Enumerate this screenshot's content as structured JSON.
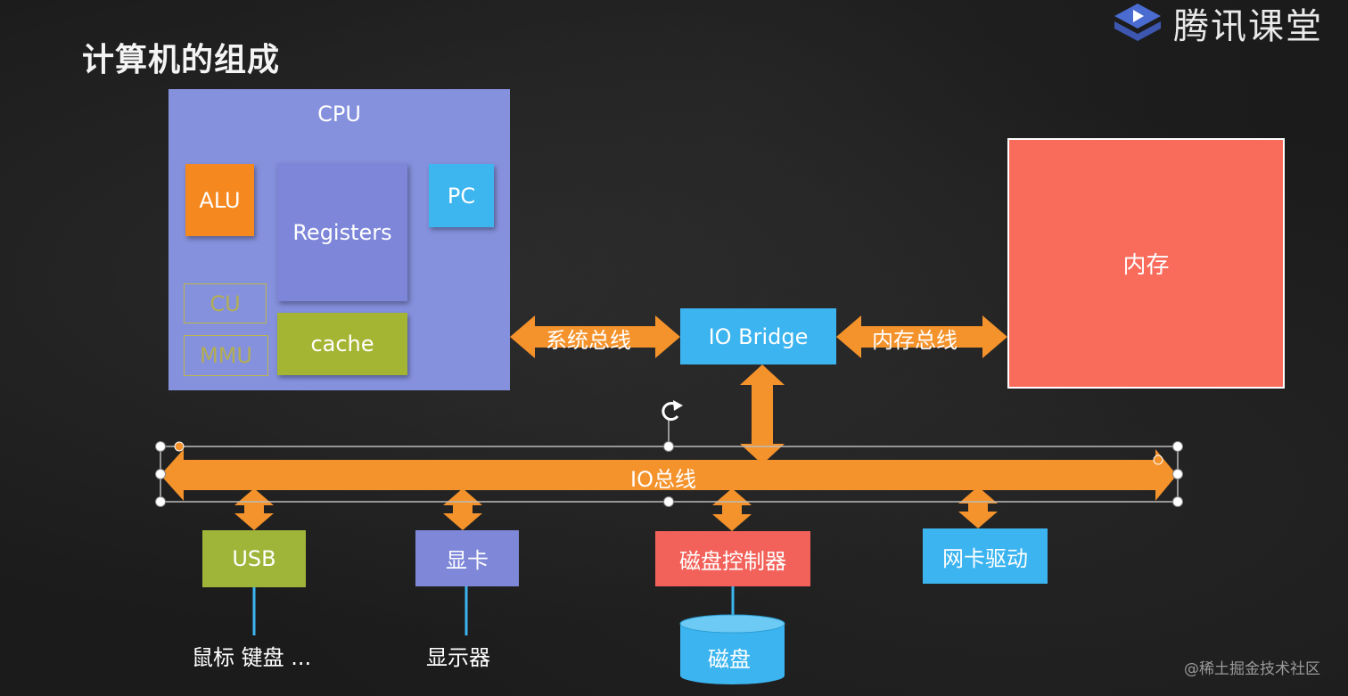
{
  "slide": {
    "title": "计算机的组成",
    "logo_text": "腾讯课堂",
    "watermark": "@稀土掘金技术社区"
  },
  "cpu": {
    "label": "CPU",
    "alu": "ALU",
    "registers": "Registers",
    "pc": "PC",
    "cu": "CU",
    "mmu": "MMU",
    "cache": "cache"
  },
  "memory": {
    "label": "内存"
  },
  "io_bridge": {
    "label": "IO Bridge"
  },
  "buses": {
    "system_bus": "系统总线",
    "memory_bus": "内存总线",
    "io_bus": "IO总线"
  },
  "devices": {
    "usb": "USB",
    "gpu": "显卡",
    "disk_controller": "磁盘控制器",
    "nic": "网卡驱动"
  },
  "peripherals": {
    "usb_peripherals": "鼠标 键盘 ...",
    "display": "显示器",
    "disk": "磁盘"
  },
  "colors": {
    "arrow": "#f4922b",
    "cpu": "#8591dd",
    "memory": "#f96b5b",
    "bridge": "#3cb4ef"
  }
}
